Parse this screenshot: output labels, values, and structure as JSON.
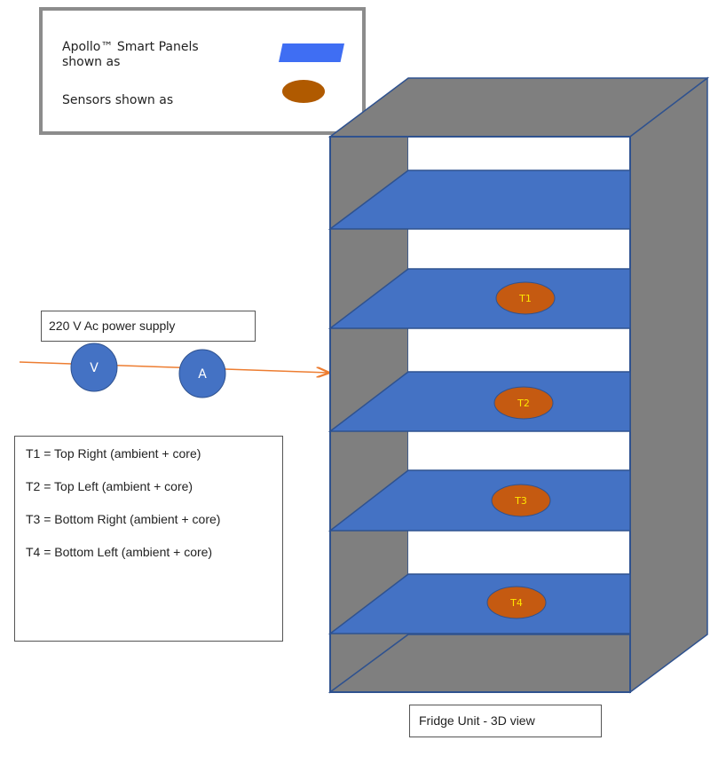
{
  "legend": {
    "panels_label": "Apollo™ Smart Panels shown as",
    "sensors_label": "Sensors shown as"
  },
  "power": {
    "label": "220 V Ac power supply",
    "meters": [
      "V",
      "A"
    ]
  },
  "sensors": [
    "T1",
    "T2",
    "T3",
    "T4"
  ],
  "key": [
    "T1 = Top Right (ambient + core)",
    "T2 = Top Left (ambient + core)",
    "T3 = Bottom Right (ambient + core)",
    "T4 = Bottom Left (ambient + core)"
  ],
  "caption": "Fridge Unit - 3D view",
  "colors": {
    "panel": "#4472c4",
    "legend_panel": "#3f6ef3",
    "sensor": "#c55a11",
    "frame": "#7f7f7f",
    "power_line": "#ed7d31",
    "meter": "#4472c4"
  }
}
